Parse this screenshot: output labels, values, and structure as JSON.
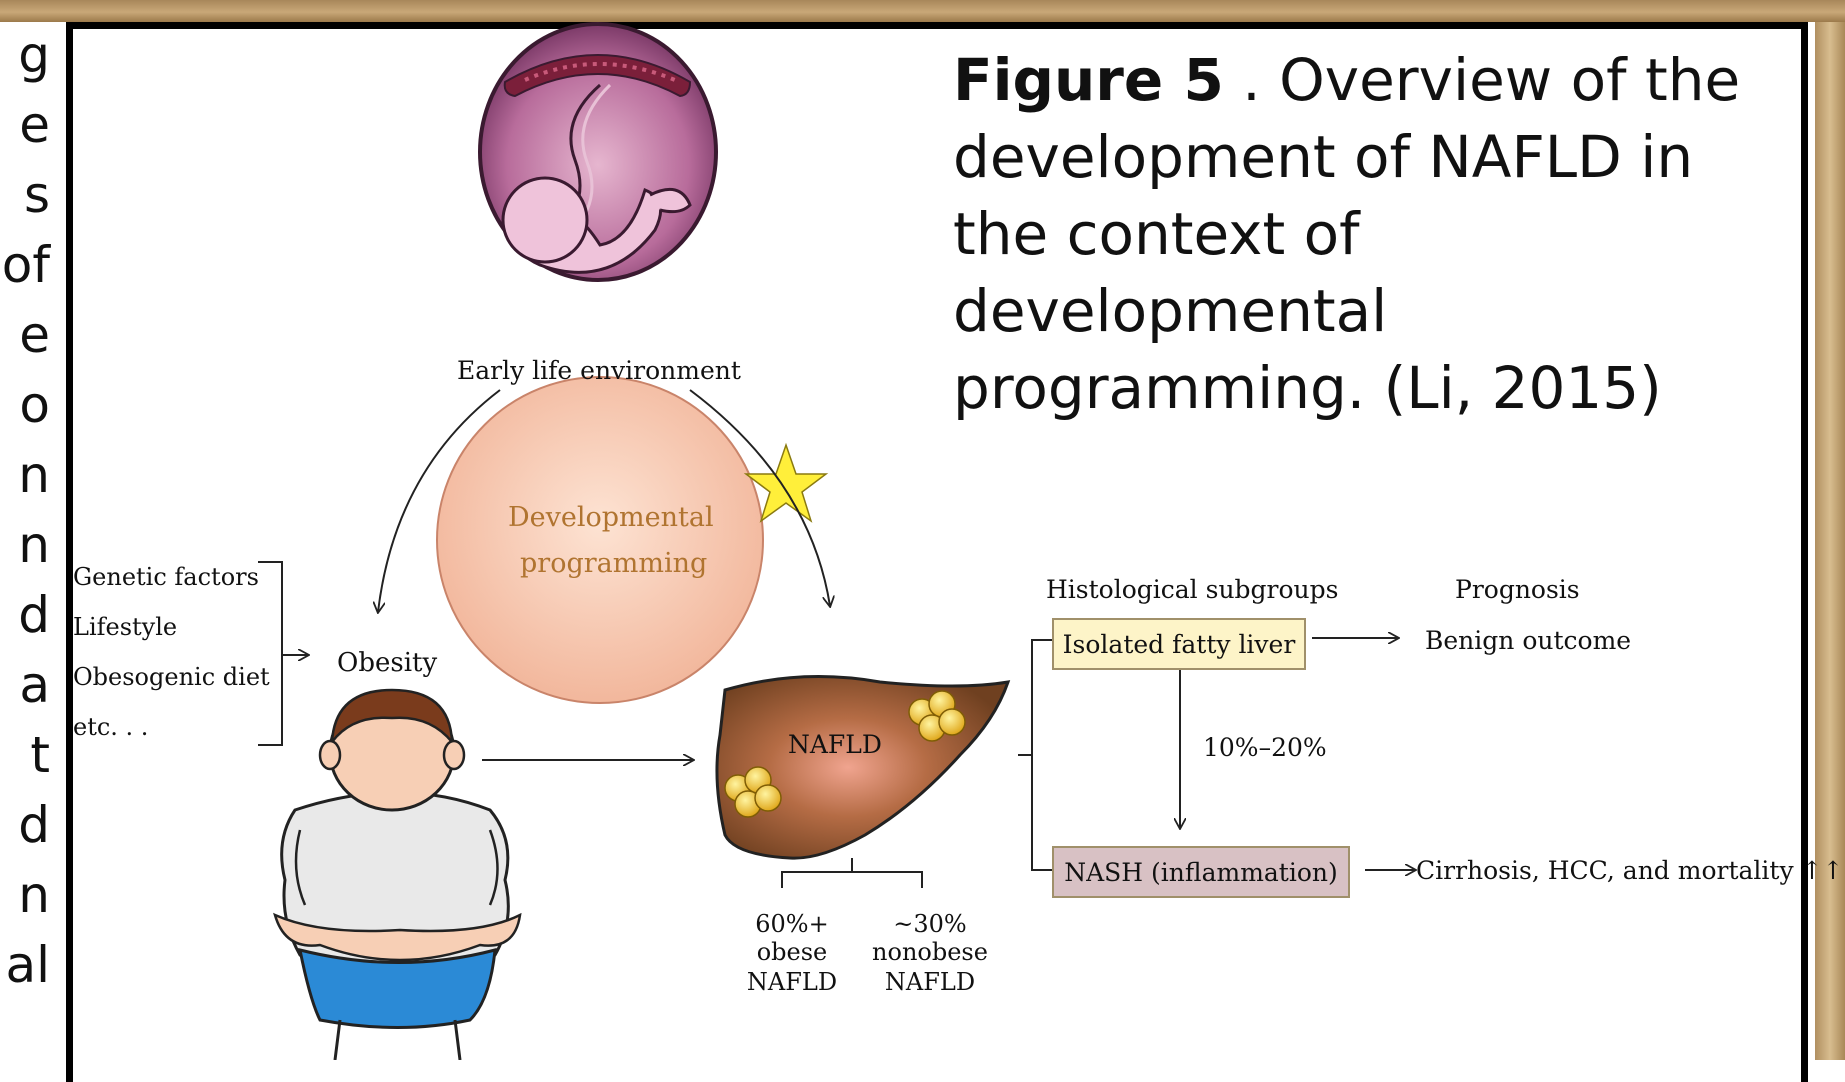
{
  "left_letters": [
    "g",
    "e",
    "s",
    "of",
    "e",
    "o",
    "n",
    "n",
    "d",
    "a",
    "t",
    "d",
    "n",
    "al"
  ],
  "caption": {
    "label": "Figure 5",
    "text": " . Overview of the development of NAFLD in the context of developmental programming. (Li, 2015)"
  },
  "diagram": {
    "early_life": "Early life environment",
    "dev_prog_line1": "Developmental",
    "dev_prog_line2": "programming",
    "factors": [
      "Genetic factors",
      "Lifestyle",
      "Obesogenic diet",
      "etc. . ."
    ],
    "obesity": "Obesity",
    "nafld": "NAFLD",
    "hist_subgroups": "Histological subgroups",
    "prognosis": "Prognosis",
    "isolated_fatty_liver": "Isolated fatty liver",
    "benign_outcome": "Benign outcome",
    "percentage": "10%–20%",
    "nash": "NASH (inflammation)",
    "cirrhosis": "Cirrhosis, HCC, and mortality ↑↑",
    "obese_label": [
      "60%+",
      "obese",
      "NAFLD"
    ],
    "nonobese_label": [
      "~30%",
      "nonobese",
      "NAFLD"
    ]
  },
  "colors": {
    "womb": "#8e4a78",
    "circle": "#f6c9b3",
    "liver": "#8b5530",
    "isolated_box": "#fdf4c8",
    "nash_box": "#d8c1c4",
    "star": "#ffef3a"
  }
}
